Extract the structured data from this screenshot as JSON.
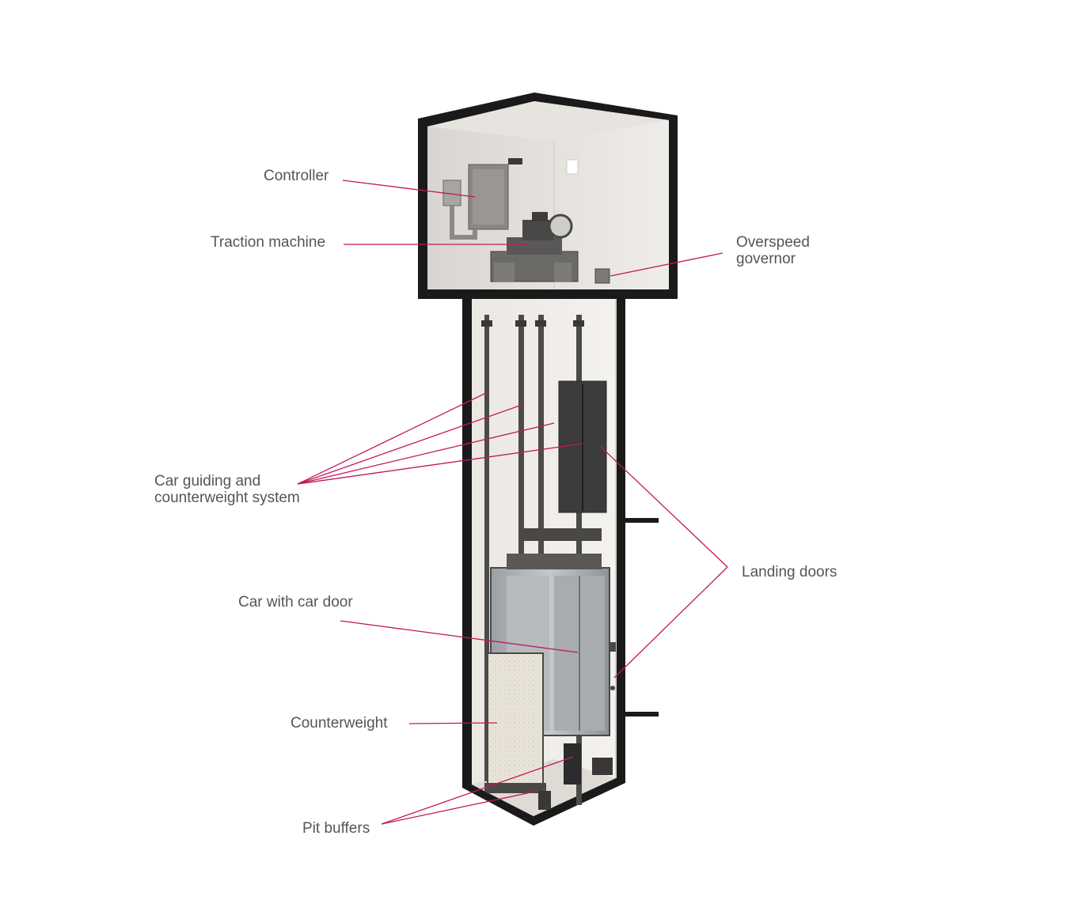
{
  "accent_color": "#c2185b",
  "labels": {
    "controller": "Controller",
    "traction_machine": "Traction machine",
    "overspeed_governor": "Overspeed governor",
    "car_guiding": "Car guiding and counterweight system",
    "landing_doors": "Landing doors",
    "car_with_door": "Car with car door",
    "counterweight": "Counterweight",
    "pit_buffers": "Pit buffers"
  }
}
